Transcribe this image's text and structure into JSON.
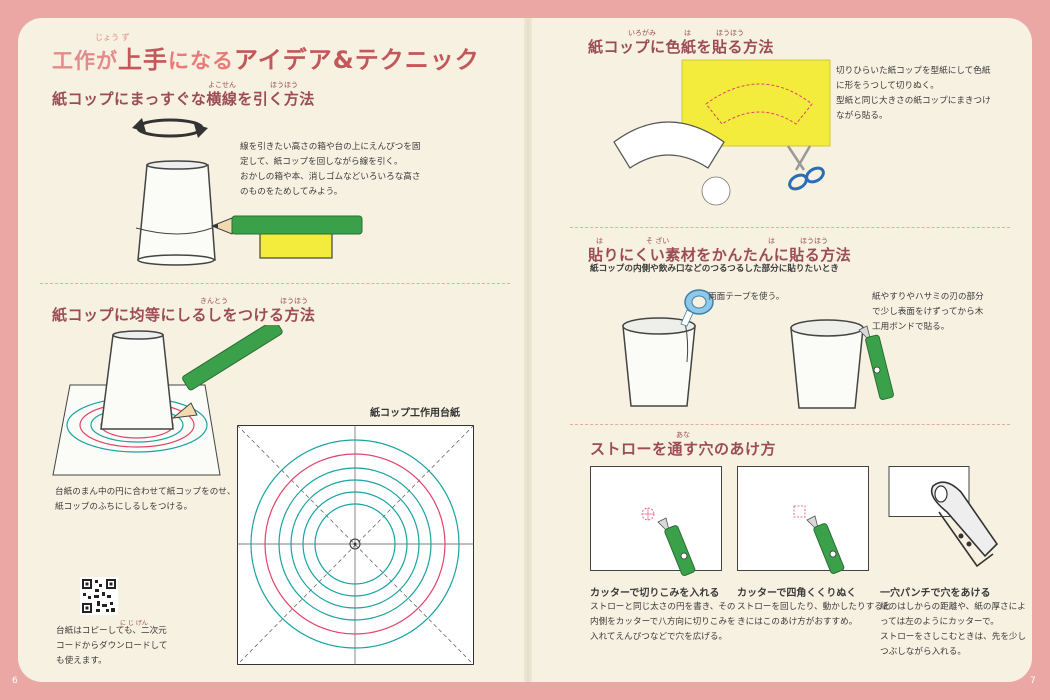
{
  "main_title": {
    "prefix": "工作が",
    "big": "上手",
    "suffix": "になる",
    "rest": "アイデア&テクニック",
    "ruby": "じょう ず"
  },
  "left": {
    "sec1": {
      "title": "紙コップにまっすぐな横線を引く方法",
      "ruby_yokosen": "よこせん",
      "ruby_houhou": "ほうほう",
      "text": [
        "線を引きたい高さの箱や台の上にえんぴつを固",
        "定して、紙コップを回しながら線を引く。",
        "おかしの箱や本、消しゴムなどいろいろな高さ",
        "のものをためしてみよう。"
      ]
    },
    "sec2": {
      "title": "紙コップに均等にしるしをつける方法",
      "ruby_kintou": "きんとう",
      "ruby_houhou": "ほうほう",
      "text": [
        "台紙のまん中の円に合わせて紙コップをのせ、",
        "紙コップのふちにしるしをつける。"
      ],
      "sheet_title": "紙コップ工作用台紙"
    },
    "qr_note": [
      "台紙はコピーしても、二次元",
      "コードからダウンロードして",
      "も使えます。"
    ],
    "qr_ruby": "に じ げん",
    "page_number": "6"
  },
  "right": {
    "sec1": {
      "title": "紙コップに色紙を貼る方法",
      "ruby_irogami": "いろがみ",
      "ruby_ha": "は",
      "ruby_houhou": "ほうほう",
      "text": [
        "切りひらいた紙コップを型紙にして色紙",
        "に形をうつして切りぬく。",
        "型紙と同じ大きさの紙コップにまきつけ",
        "ながら貼る。"
      ]
    },
    "sec2": {
      "title": "貼りにくい素材をかんたんに貼る方法",
      "ruby_ha": "は",
      "ruby_sozai": "そ ざい",
      "ruby_ha2": "は",
      "ruby_houhou": "ほうほう",
      "subtitle": "紙コップの内側や飲み口などのつるつるした部分に貼りたいとき",
      "note1": "両面テープを使う。",
      "note2": [
        "紙やすりやハサミの刃の部分",
        "で少し表面をけずってから木",
        "工用ボンドで貼る。"
      ]
    },
    "sec3": {
      "title": "ストローを通す穴のあけ方",
      "ruby_ana": "あな",
      "steps": [
        {
          "title": "カッターで切りこみを入れる",
          "text": [
            "ストローと同じ太さの円を書き、その",
            "内側をカッターで八方向に切りこみを",
            "入れてえんぴつなどで穴を広げる。"
          ]
        },
        {
          "title": "カッターで四角くくりぬく",
          "text": [
            "ストローを回したり、動かしたりすると",
            "きにはこのあけ方がおすすめ。"
          ]
        },
        {
          "title": "一穴パンチで穴をあける",
          "text": [
            "紙のはしからの距離や、紙の厚さによ",
            "っては左のようにカッターで。",
            "ストローをさしこむときは、先を少し",
            "つぶしながら入れる。"
          ]
        }
      ]
    },
    "page_number": "7"
  },
  "colors": {
    "background": "#eaa7a4",
    "paper": "#f6f1e1",
    "title_pink": "#e58a8a",
    "section_title": "#9b4c54",
    "dashed_rule": "#e6a9a5",
    "pencil_green": "#3aa14a",
    "yellow": "#f4ec3c",
    "teal_circle": "#19a3a3",
    "pink_circle": "#e0456b"
  },
  "icons": [
    "rotate-arrow-icon",
    "qr-code-icon",
    "scissors-icon",
    "tape-icon",
    "cutter-knife-icon",
    "hole-punch-icon"
  ]
}
